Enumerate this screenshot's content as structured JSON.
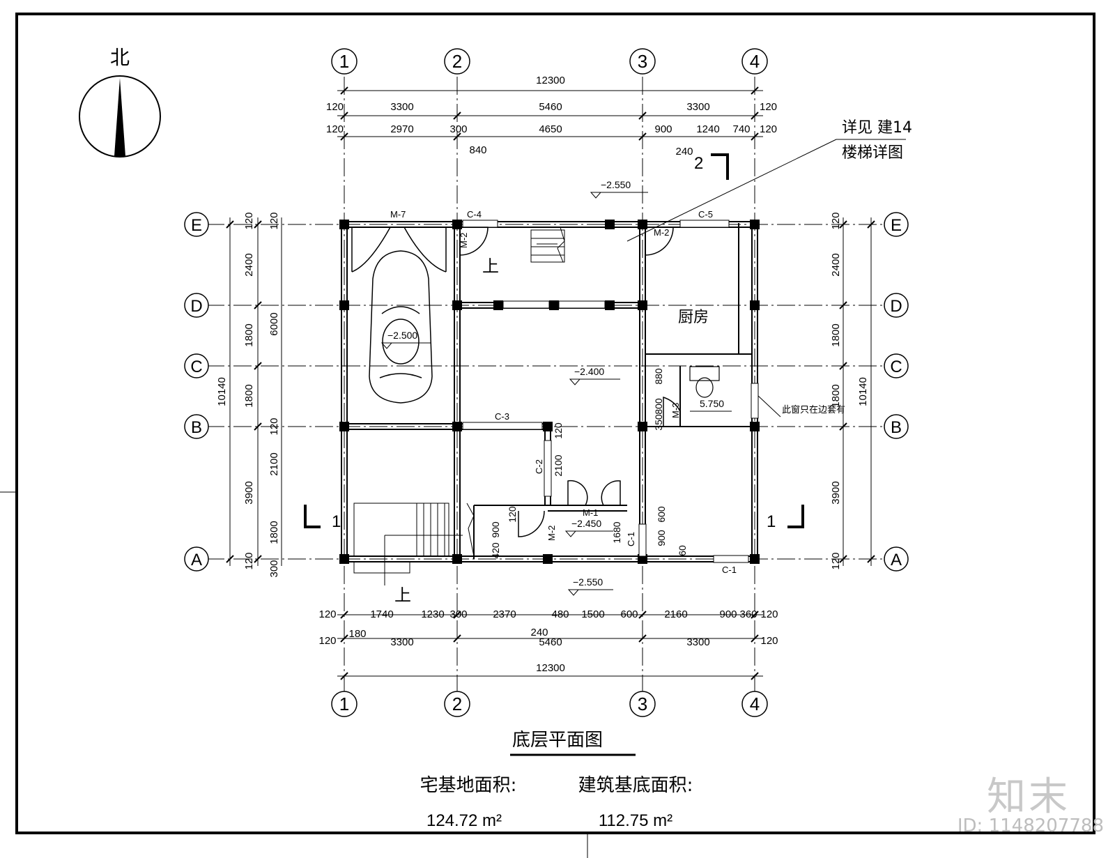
{
  "north_label": "北",
  "title": "底层平面图",
  "area_labels": {
    "site": "宅基地面积:",
    "building": "建筑基底面积:"
  },
  "area_values": {
    "site": "124.72 m²",
    "building": "112.75 m²"
  },
  "stair_note": [
    "详见 建14",
    "楼梯详图"
  ],
  "window_note": "此窗只在边套有",
  "room_labels": {
    "kitchen": "厨房",
    "up_main": "上",
    "up_lower": "上"
  },
  "grid_cols": [
    "1",
    "2",
    "3",
    "4"
  ],
  "grid_rows": [
    "E",
    "D",
    "C",
    "B",
    "A"
  ],
  "elevations": [
    "−2.550",
    "−2.500",
    "−2.400",
    "−2.450",
    "−2.550",
    "5.750"
  ],
  "top_dims": {
    "total": "12300",
    "row2": [
      "120",
      "3300",
      "5460",
      "3300",
      "120"
    ],
    "row3": [
      "120",
      "2970",
      "300",
      "4650",
      "900",
      "1240",
      "740",
      "120"
    ],
    "extra": [
      "840",
      "240"
    ]
  },
  "bottom_dims": {
    "row1": [
      "120",
      "1740",
      "1230",
      "300",
      "2370",
      "480",
      "1500",
      "600",
      "2160",
      "900",
      "360",
      "120"
    ],
    "row1_sub": [
      "180",
      "240"
    ],
    "row2": [
      "120",
      "3300",
      "5460",
      "3300",
      "120"
    ],
    "total": "12300"
  },
  "left_dims": {
    "outer": "10140",
    "mid": [
      "2400",
      "1800",
      "1800",
      "3900"
    ],
    "inner": [
      "120",
      "120",
      "6000",
      "2100",
      "1800",
      "300",
      "120",
      "120"
    ]
  },
  "right_dims": {
    "outer": "10140",
    "mid": [
      "120",
      "2400",
      "1800",
      "1800",
      "3900",
      "120"
    ]
  },
  "inner_dims": [
    "880",
    "800",
    "350",
    "120",
    "2100",
    "120",
    "900",
    "420",
    "1680",
    "600",
    "900",
    "60"
  ],
  "door_window_tags": [
    "M-7",
    "C-4",
    "M-2",
    "M-2",
    "C-5",
    "C-3",
    "C-2",
    "M-1",
    "M-2",
    "M-3",
    "C-1",
    "C-1"
  ],
  "section_marks": [
    "1",
    "1",
    "2"
  ],
  "watermark": "知末",
  "watermark_id": "ID: 1148207788"
}
